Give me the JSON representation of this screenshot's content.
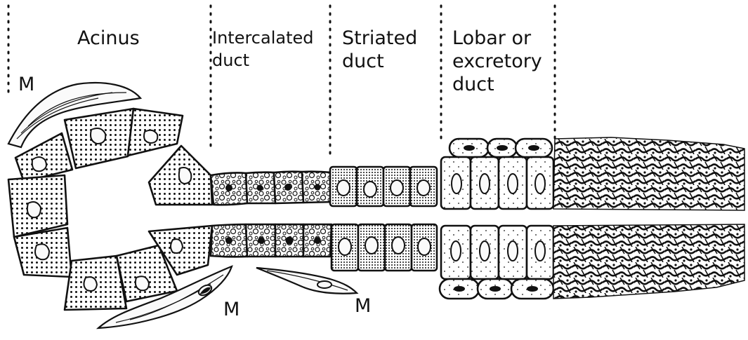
{
  "labels": {
    "acinus": "Acinus",
    "intercalated": "Intercalated\nduct",
    "striated": "Striated\nduct",
    "lobar": "Lobar or\nexcretory\nduct",
    "myoepithelial": [
      "M",
      "M",
      "M"
    ]
  }
}
